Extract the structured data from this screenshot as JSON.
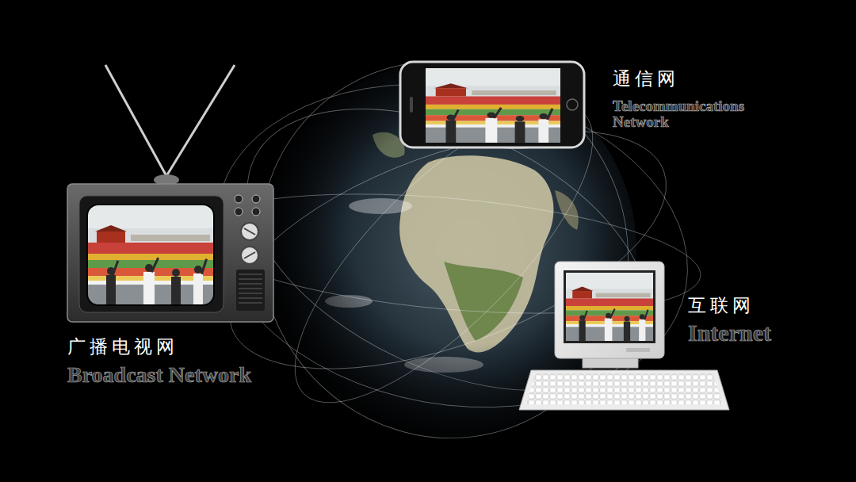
{
  "diagram": {
    "nodes": [
      {
        "text": [
          "通信网",
          "Telecommunications Network"
        ]
      },
      {
        "text": [
          "广播电视网",
          "Broadcast Network"
        ]
      },
      {
        "text": [
          "互联网",
          "Internet"
        ]
      }
    ]
  }
}
